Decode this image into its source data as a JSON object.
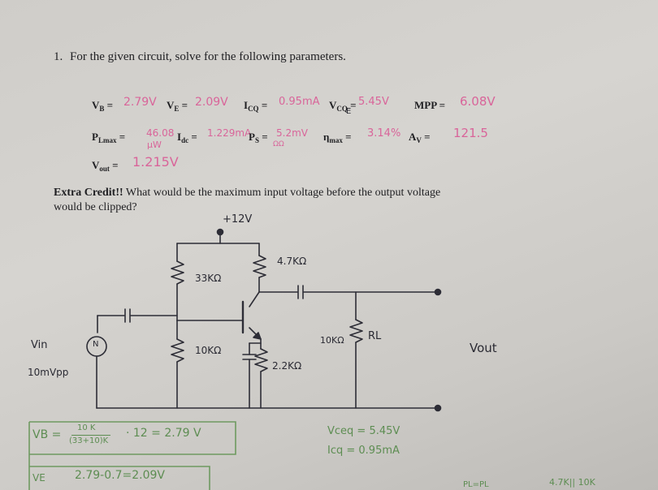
{
  "question": {
    "number": "1.",
    "text": "For the given circuit, solve for the following parameters."
  },
  "params": {
    "vb_label": "V",
    "vb_sub": "B",
    "vb_value": "2.79V",
    "ve_label": "V",
    "ve_sub": "E",
    "ve_value": "2.09V",
    "icq_label": "I",
    "icq_sub": "CQ",
    "icq_value": "0.95mA",
    "vceq_label": "V",
    "vceq_sub": "CQ",
    "vceq_extra": "E",
    "vceq_value": "5.45V",
    "mpp_label": "MPP =",
    "mpp_value": "6.08V",
    "plmax_label": "P",
    "plmax_sub": "Lmax",
    "plmax_value": "46.08",
    "plmax_unit": "μW",
    "idc_label": "I",
    "idc_sub": "dc",
    "idc_value": "1.229mA",
    "ps_label": "P",
    "ps_sub": "S",
    "ps_value": "5.2mV",
    "ps_unit": "ΩΩ",
    "eta_label": "η",
    "eta_sub": "max",
    "eta_value": "3.14%",
    "av_label": "A",
    "av_sub": "V",
    "av_value": "121.5",
    "vout_label": "V",
    "vout_sub": "out",
    "vout_value": "1.215V"
  },
  "extra_credit": {
    "heading": "Extra Credit!!",
    "line1": "What would be the maximum input voltage before the output voltage",
    "line2": "would be clipped?"
  },
  "circuit": {
    "supply": "+12V",
    "r1": "33KΩ",
    "rc": "4.7KΩ",
    "r2": "10KΩ",
    "re": "2.2KΩ",
    "rload": "10KΩ",
    "rl_name": "RL",
    "vin": "Vin",
    "vin_amp": "10mVpp",
    "vout": "Vout",
    "source": "N"
  },
  "work": {
    "vb_calc_num": "10 K",
    "vb_calc_den": "(33+10)K",
    "vb_calc_rest": "· 12 = 2.79 V",
    "ve_calc": "2.79-0.7=2.09V",
    "ve_prefix": "VE",
    "vb_prefix": "VB =",
    "vceq_note": "Vceq = 5.45V",
    "icq_note": "Icq = 0.95mA",
    "bottom_right_1": "PL=PL",
    "bottom_right_2": "4.7K|| 10K"
  }
}
